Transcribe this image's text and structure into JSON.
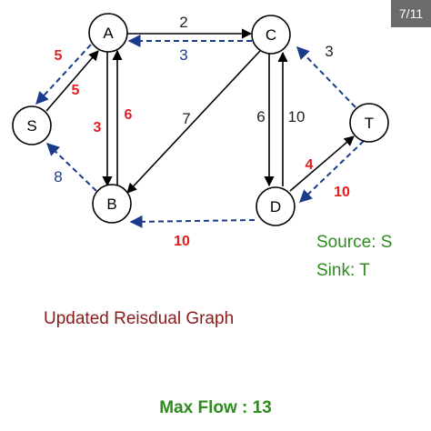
{
  "page_indicator": "7/11",
  "colors": {
    "forward_edge": "#000000",
    "residual_edge": "#1a3a8a",
    "red_label": "#e02020",
    "blue_label": "#1a3a8a",
    "black_label": "#222222",
    "green_text": "#2e8b1e",
    "caption_text": "#8b1a1a"
  },
  "nodes": {
    "A": "A",
    "B": "B",
    "C": "C",
    "D": "D",
    "S": "S",
    "T": "T"
  },
  "edge_labels": {
    "ac": "2",
    "ca": "3",
    "as": "5",
    "sa": "5",
    "ba": "3",
    "ab": "6",
    "cb": "7",
    "cd": "6",
    "dc": "10",
    "tc": "3",
    "bs": "8",
    "dt": "4",
    "td": "10",
    "db": "10"
  },
  "info": {
    "source": "Source: S",
    "sink": "Sink: T",
    "caption": "Updated Reisdual Graph",
    "max_flow": "Max Flow : 13"
  }
}
